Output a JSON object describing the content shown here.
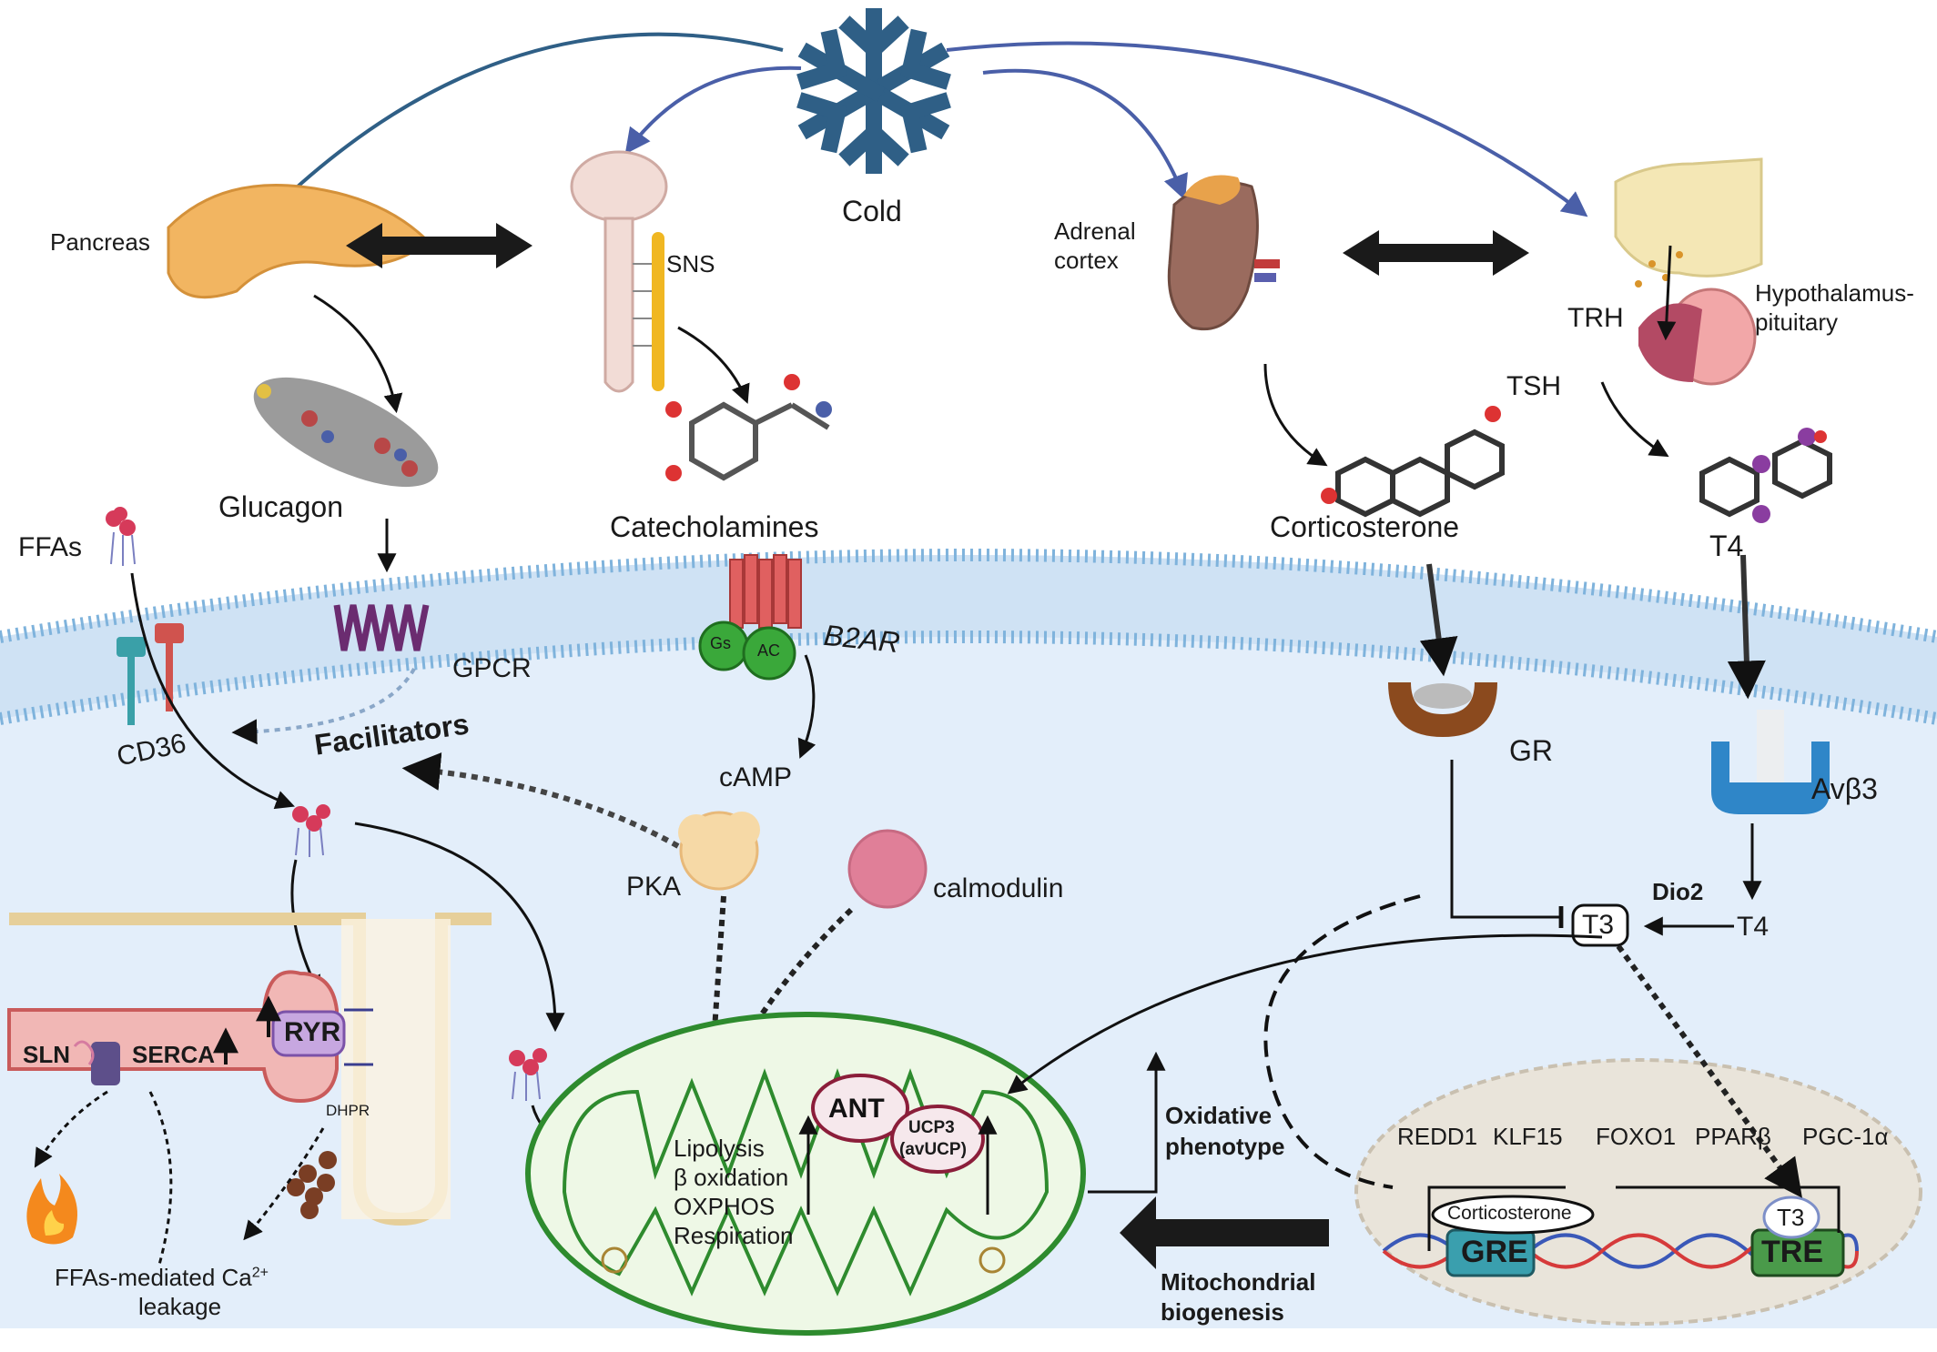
{
  "labels": {
    "cold": "Cold",
    "pancreas": "Pancreas",
    "sns": "SNS",
    "adrenal_line1": "Adrenal",
    "adrenal_line2": "cortex",
    "hypothalamus_line1": "Hypothalamus-",
    "hypothalamus_line2": "pituitary",
    "trh": "TRH",
    "tsh": "TSH",
    "glucagon": "Glucagon",
    "catecholamines": "Catecholamines",
    "corticosterone": "Corticosterone",
    "t4_top": "T4",
    "ffas": "FFAs",
    "gpcr": "GPCR",
    "cd36": "CD36",
    "facilitators": "Facilitators",
    "gs": "Gs",
    "ac": "AC",
    "b2ar": "B2AR",
    "camp": "cAMP",
    "pka": "PKA",
    "calmodulin": "calmodulin",
    "gr": "GR",
    "avb3": "Avβ3",
    "dio2": "Dio2",
    "t4_inner": "T4",
    "t3_inner": "T3",
    "sln": "SLN",
    "serca": "SERCA",
    "ryr": "RYR",
    "dhpr": "DHPR",
    "ffa_leak_line1": "FFAs-mediated Ca",
    "ffa_leak_sup": "2+",
    "ffa_leak_line2": "leakage",
    "ant": "ANT",
    "ucp3_line1": "UCP3",
    "ucp3_line2": "(avUCP)",
    "mito_process_1": "Lipolysis",
    "mito_process_2": "β oxidation",
    "mito_process_3": "OXPHOS",
    "mito_process_4": "Respiration",
    "oxidative_line1": "Oxidative",
    "oxidative_line2": "phenotype",
    "biogenesis_line1": "Mitochondrial",
    "biogenesis_line2": "biogenesis",
    "gene_redd1": "REDD1",
    "gene_klf15": "KLF15",
    "gene_foxo1": "FOXO1",
    "gene_pparb": "PPARβ",
    "gene_pgc1a": "PGC-1α",
    "nuc_corticosterone": "Corticosterone",
    "nuc_t3": "T3",
    "gre": "GRE",
    "tre": "TRE"
  },
  "colors": {
    "snowflake": "#2f5f86",
    "cytoplasm": "#e3eefa",
    "membrane_head": "#7fb3dc",
    "mitochondrion": "#2e8b2e",
    "mito_fill": "#eef8e6",
    "nucleus": "#e9e4da",
    "gpcr": "#6b2c70",
    "b2ar": "#e06060",
    "gs_ac": "#3aa83a",
    "gr": "#8b4a1e",
    "avb3": "#2f86c8",
    "pka": "#f6d9a6",
    "calmodulin": "#e07f98",
    "gre": "#3a9fae",
    "tre": "#4a9a4a"
  },
  "icons": [
    "snowflake-icon",
    "pancreas-icon",
    "brain-spinal-icon",
    "adrenal-kidney-icon",
    "hypothalamus-pituitary-icon",
    "fire-icon"
  ]
}
